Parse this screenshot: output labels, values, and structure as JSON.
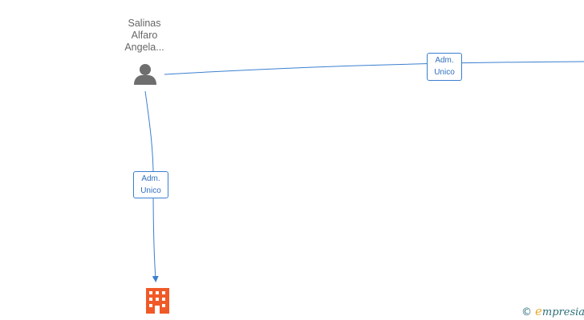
{
  "person": {
    "name_lines": [
      "Salinas",
      "Alfaro",
      "Angela..."
    ],
    "icon": "person-icon",
    "color": "#6e6e6e"
  },
  "edges": [
    {
      "label_lines": [
        "Adm.",
        "Unico"
      ]
    },
    {
      "label_lines": [
        "Adm.",
        "Unico"
      ]
    }
  ],
  "company": {
    "icon": "building-icon",
    "color": "#f05a28"
  },
  "brand": {
    "copyright": "©",
    "initial": "e",
    "rest": "mpresia"
  },
  "colors": {
    "edge": "#3a7fd0",
    "label_text": "#2f6fbf"
  }
}
